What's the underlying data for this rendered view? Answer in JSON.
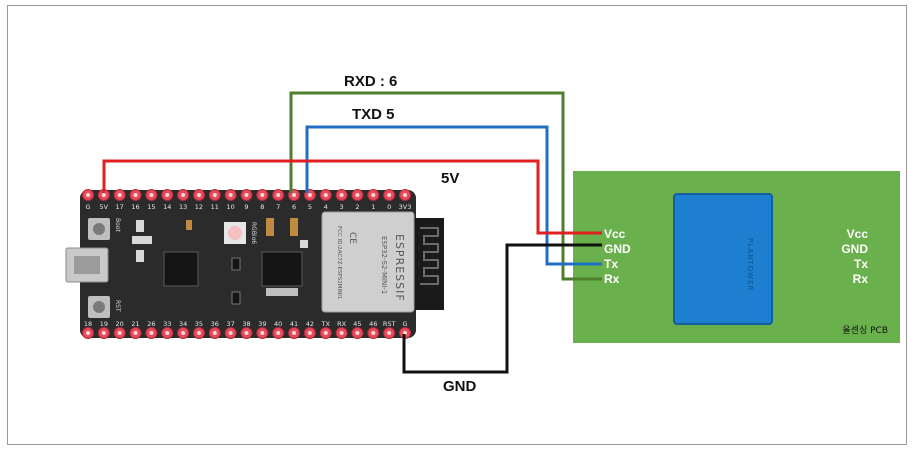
{
  "wires": {
    "rxd_label": "RXD : 6",
    "txd_label": "TXD 5",
    "vcc_label": "5V",
    "gnd_label": "GND"
  },
  "colors": {
    "rxd": "#4f7f2e",
    "txd": "#1f6fc4",
    "vcc": "#e02020",
    "gnd": "#111111",
    "board": "#2b2b2b",
    "pcb": "#6ab04c",
    "sensor": "#1e7fd0"
  },
  "esp_board": {
    "top_pins": [
      "G",
      "5V",
      "17",
      "16",
      "15",
      "14",
      "13",
      "12",
      "11",
      "10",
      "9",
      "8",
      "7",
      "6",
      "5",
      "4",
      "3",
      "2",
      "1",
      "0",
      "3V3"
    ],
    "bottom_pins": [
      "18",
      "19",
      "20",
      "21",
      "26",
      "33",
      "34",
      "35",
      "36",
      "37",
      "38",
      "39",
      "40",
      "41",
      "42",
      "TX",
      "RX",
      "45",
      "46",
      "RST",
      "G"
    ],
    "boot_label": "Boot",
    "rst_label": "RST",
    "led_label": "RGBio6",
    "module_brand": "ESPRESSIF",
    "module_model": "ESP32-S2-MINI-1",
    "module_fcc": "FCC ID:2AC7Z-ESPS2MINI1",
    "module_ce": "CE"
  },
  "sensor_pcb": {
    "left_pins": [
      "Vcc",
      "GND",
      "Tx",
      "Rx"
    ],
    "right_pins": [
      "Vcc",
      "GND",
      "Tx",
      "Rx"
    ],
    "brand": "PLANTOWER",
    "name": "올센싱 PCB"
  }
}
